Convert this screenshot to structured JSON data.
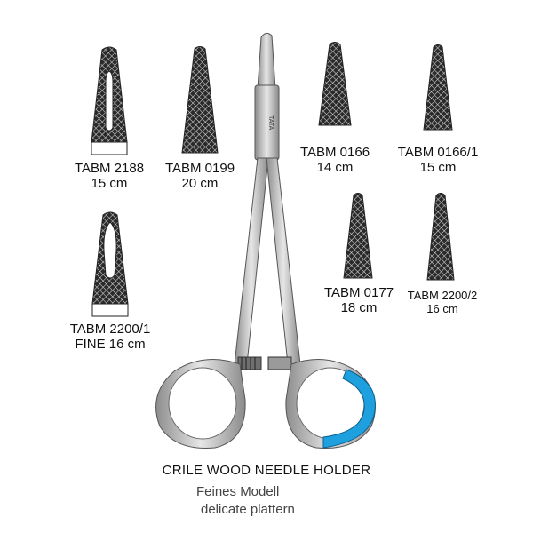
{
  "tips": [
    {
      "code": "TABM 2188",
      "size": "15 cm"
    },
    {
      "code": "TABM 0199",
      "size": "20 cm"
    },
    {
      "code": "TABM 0166",
      "size": "14 cm"
    },
    {
      "code": "TABM 0166/1",
      "size": "15 cm"
    },
    {
      "code": "TABM 2200/1",
      "size": "FINE 16 cm"
    },
    {
      "code": "TABM 0177",
      "size": "18 cm"
    },
    {
      "code": "TABM 2200/2",
      "size": "16 cm"
    }
  ],
  "instrument": {
    "engraving_brand": "TATA",
    "ring_accent_color": "#1ea0df"
  },
  "caption": {
    "title": "CRILE WOOD NEEDLE HOLDER",
    "subtitle_de": "Feines Modell",
    "subtitle_en": "delicate plattern"
  }
}
